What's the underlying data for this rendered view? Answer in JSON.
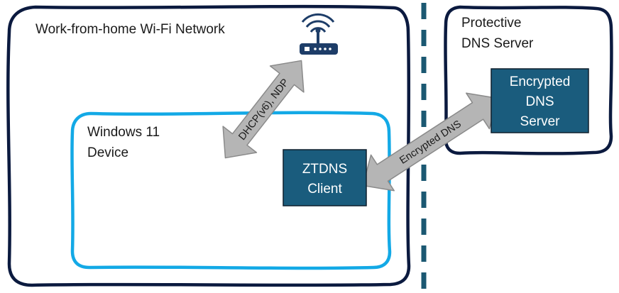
{
  "colors": {
    "navy_outline": "#0b1a3f",
    "light_blue_outline": "#13a9e6",
    "box_fill": "#1a5c7d",
    "box_border": "#0f1f2d",
    "arrow_fill": "#b5b5b5",
    "arrow_stroke": "#8a8a8a",
    "divider": "#1b5872",
    "router": "#1d3d68"
  },
  "network": {
    "title": "Work-from-home Wi-Fi Network"
  },
  "dns_region": {
    "title_line1": "Protective",
    "title_line2": "DNS Server"
  },
  "device": {
    "title_line1": "Windows 11",
    "title_line2": "Device"
  },
  "ztdns_client": {
    "line1": "ZTDNS",
    "line2": "Client"
  },
  "encrypted_server": {
    "line1": "Encrypted",
    "line2": "DNS",
    "line3": "Server"
  },
  "arrows": {
    "router_link": "DHCP(v6), NDP",
    "encrypted_link": "Encrypted DNS"
  },
  "icons": {
    "router": "wifi-router-icon"
  }
}
